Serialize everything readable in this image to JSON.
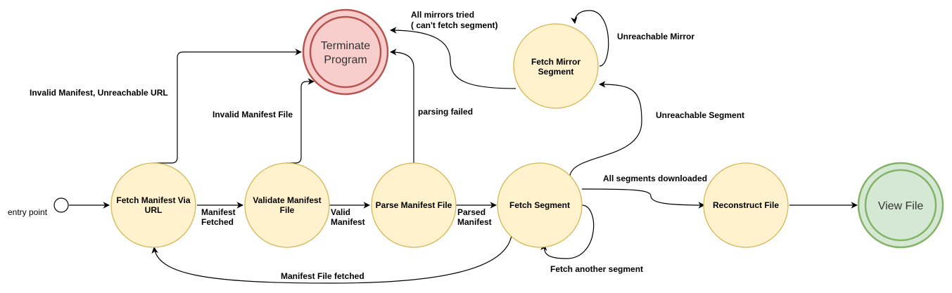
{
  "nodes": {
    "entry": {
      "label": "entry point"
    },
    "fetch_manifest": {
      "line1": "Fetch Manifest Via",
      "line2": "URL"
    },
    "validate_manifest": {
      "line1": "Validate Manifest",
      "line2": "File"
    },
    "parse_manifest": {
      "label": "Parse Manifest File"
    },
    "fetch_segment": {
      "label": "Fetch Segment"
    },
    "fetch_mirror": {
      "line1": "Fetch Mirror",
      "line2": "Segment"
    },
    "reconstruct": {
      "label": "Reconstruct File"
    },
    "terminate": {
      "line1": "Terminate",
      "line2": "Program"
    },
    "view_file": {
      "label": "View File"
    }
  },
  "edges": {
    "manifest_fetched": {
      "line1": "Manifest",
      "line2": "Fetched"
    },
    "valid_manifest": {
      "line1": "Valid",
      "line2": "Manifest"
    },
    "parsed_manifest": {
      "line1": "Parsed",
      "line2": "Manifest"
    },
    "invalid_manifest_url": {
      "label": "Invalid Manifest, Unreachable URL"
    },
    "invalid_manifest_file": {
      "label": "Invalid Manifest File"
    },
    "parsing_failed": {
      "label": "parsing failed"
    },
    "all_mirrors_tried": {
      "line1": "All mirrors tried",
      "line2": "( can't fetch segment)"
    },
    "unreachable_mirror": {
      "label": "Unreachable Mirror"
    },
    "unreachable_segment": {
      "label": "Unreachable Segment"
    },
    "all_segments_downloaded": {
      "label": "All segments downloaded"
    },
    "fetch_another_segment": {
      "label": "Fetch another segment"
    },
    "manifest_file_fetched": {
      "label": "Manifest File fetched"
    }
  },
  "colors": {
    "state_fill": "#fff2cc",
    "state_stroke": "#d6b656",
    "terminate_fill": "#f8cecc",
    "terminate_stroke": "#b85450",
    "final_fill": "#d5e8d4",
    "final_stroke": "#82b366"
  }
}
